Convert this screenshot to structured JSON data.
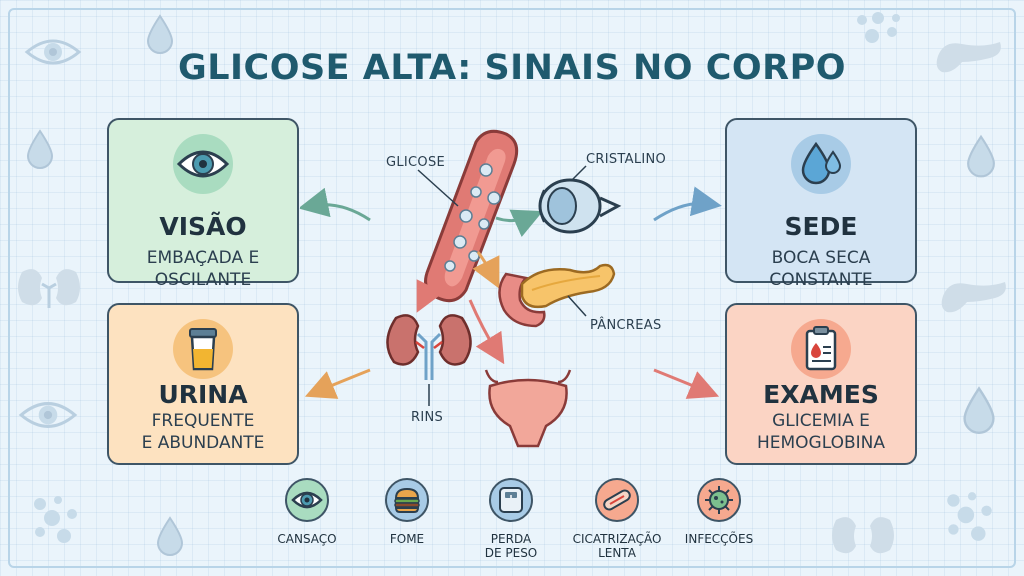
{
  "title": "GLICOSE ALTA: SINAIS NO CORPO",
  "cards": {
    "visao": {
      "title": "VISÃO",
      "desc1": "EMBAÇADA E",
      "desc2": "OSCILANTE",
      "icon": "eye-icon"
    },
    "urina": {
      "title": "URINA",
      "desc1": "FREQUENTE",
      "desc2": "E ABUNDANTE",
      "icon": "urine-cup-icon"
    },
    "sede": {
      "title": "SEDE",
      "desc1": "BOCA SECA",
      "desc2": "CONSTANTE",
      "icon": "water-drops-icon"
    },
    "exames": {
      "title": "EXAMES",
      "desc1": "GLICEMIA E",
      "desc2": "HEMOGLOBINA",
      "icon": "clipboard-blood-icon"
    }
  },
  "diagram_labels": {
    "glicose": "GLICOSE",
    "cristalino": "CRISTALINO",
    "pancreas": "PÂNCREAS",
    "rins": "RINS"
  },
  "symptoms": [
    {
      "label1": "CANSAÇO",
      "label2": "",
      "icon": "eye-icon"
    },
    {
      "label1": "FOME",
      "label2": "",
      "icon": "burger-icon"
    },
    {
      "label1": "PERDA",
      "label2": "DE PESO",
      "icon": "scale-icon"
    },
    {
      "label1": "CICATRIZAÇÃO",
      "label2": "LENTA",
      "icon": "bandage-icon"
    },
    {
      "label1": "INFECÇÕES",
      "label2": "",
      "icon": "germ-icon"
    }
  ],
  "colors": {
    "background": "#eaf4fb",
    "title": "#1f5a6e",
    "visao_card": "#d6efdc",
    "urina_card": "#fde2c0",
    "sede_card": "#d4e5f4",
    "exames_card": "#fbd4c4",
    "vessel": "#e07a74",
    "pancreas": "#f7c46a"
  }
}
